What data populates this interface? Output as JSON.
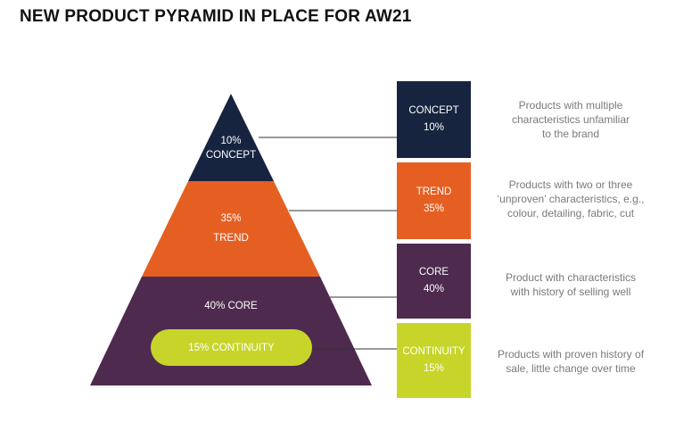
{
  "title": "NEW PRODUCT PYRAMID IN PLACE FOR AW21",
  "colors": {
    "concept": "#17243f",
    "trend": "#e65f22",
    "core": "#4e2a4f",
    "continuity": "#c7d52a",
    "connector": "#333333",
    "description_text": "#7a7a7a"
  },
  "pyramid": {
    "concept": {
      "pct": "10%",
      "label": "CONCEPT"
    },
    "trend": {
      "pct": "35%",
      "label": "TREND"
    },
    "core": {
      "label": "40% CORE"
    },
    "continuity": {
      "label": "15% CONTINUITY"
    }
  },
  "tiers": [
    {
      "name": "CONCEPT",
      "pct": "10%",
      "lines": [
        "Products with multiple",
        "characteristics unfamiliar",
        "to the brand"
      ]
    },
    {
      "name": "TREND",
      "pct": "35%",
      "lines": [
        "Products with two or three",
        "‘unproven’ characteristics, e.g.,",
        "colour, detailing, fabric, cut"
      ]
    },
    {
      "name": "CORE",
      "pct": "40%",
      "lines": [
        "Product with characteristics",
        "with history of selling well"
      ]
    },
    {
      "name": "CONTINUITY",
      "pct": "15%",
      "lines": [
        "Products with proven history of",
        "sale, little change over time"
      ]
    }
  ]
}
